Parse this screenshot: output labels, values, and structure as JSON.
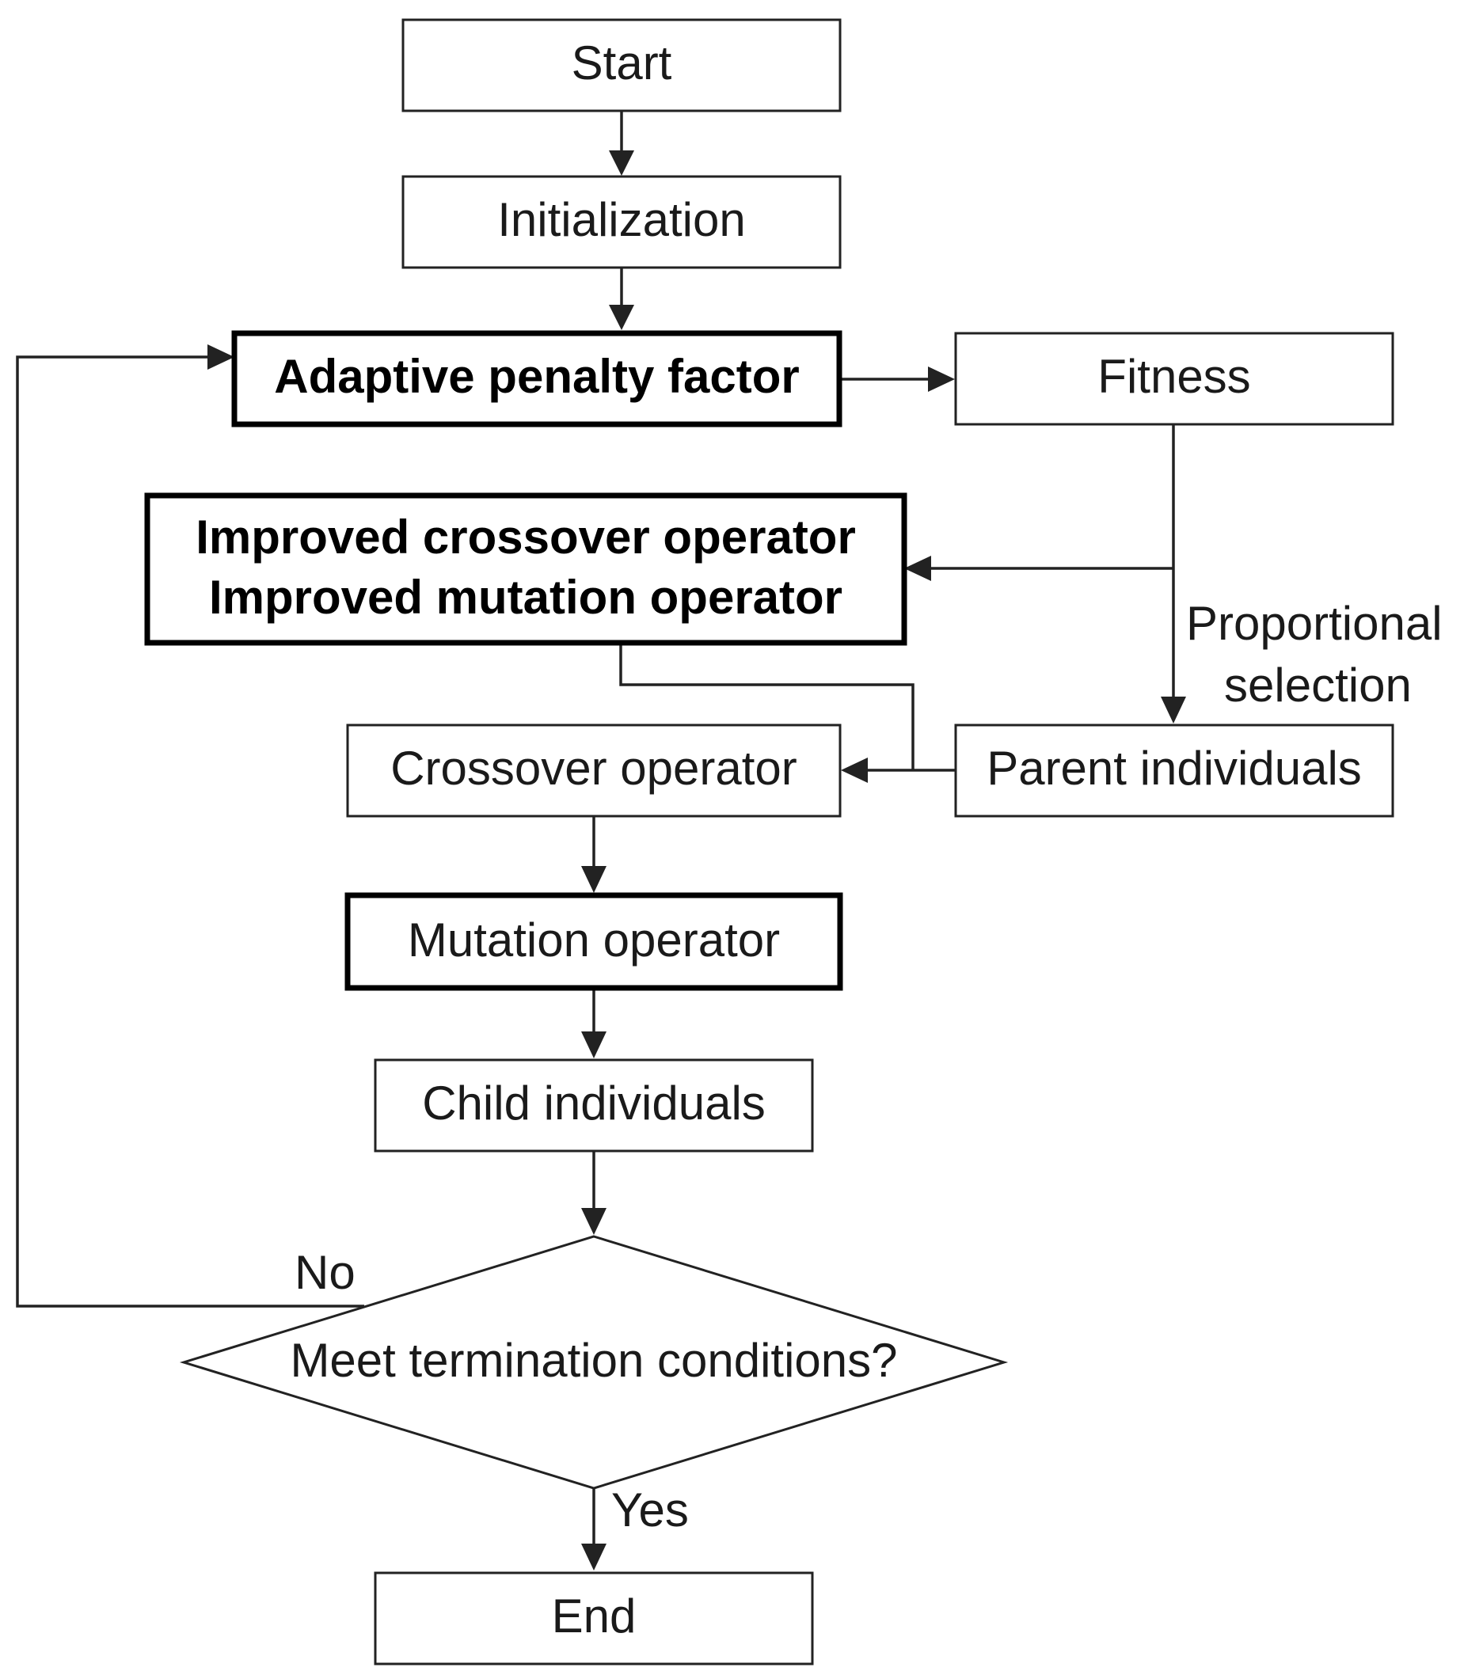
{
  "nodes": {
    "start": "Start",
    "initialization": "Initialization",
    "adaptive_penalty": "Adaptive penalty factor",
    "fitness": "Fitness",
    "improved_crossover": "Improved crossover operator",
    "improved_mutation": "Improved mutation operator",
    "parent_individuals": "Parent individuals",
    "crossover_operator": "Crossover operator",
    "mutation_operator": "Mutation operator",
    "child_individuals": "Child individuals",
    "termination_decision": "Meet termination conditions?",
    "end": "End"
  },
  "edge_labels": {
    "proportional_line1": "Proportional",
    "proportional_line2": "selection",
    "no": "No",
    "yes": "Yes"
  }
}
